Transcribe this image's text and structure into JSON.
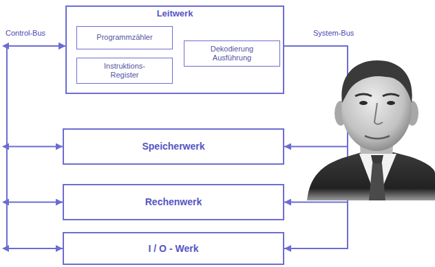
{
  "diagram": {
    "nodes": [
      {
        "text": [
          "Leitwerk"
        ]
      },
      {
        "text": [
          "Programmzähler"
        ],
        "in": 0
      },
      {
        "text": [
          "Instruktions- Register"
        ],
        "in": 0
      },
      {
        "text": [
          "Dekodierung Ausführung"
        ],
        "in": 0
      },
      {
        "text": [
          "Speicherwerk"
        ]
      },
      {
        "text": [
          "Rechenwerk"
        ]
      },
      {
        "text": [
          "I / O - Werk"
        ]
      }
    ],
    "edges": [
      {
        "from": 0,
        "to": 4,
        "arrow": "both"
      },
      {
        "from": 0,
        "to": 5,
        "arrow": "both"
      },
      {
        "from": 0,
        "to": 6,
        "arrow": "both"
      },
      {
        "from": 0,
        "to": 4,
        "arrow": "to"
      },
      {
        "from": 0,
        "to": 5,
        "arrow": "to"
      },
      {
        "from": 0,
        "to": 6,
        "arrow": "to"
      }
    ],
    "labels": [
      "Control-Bus",
      "System-Bus"
    ]
  }
}
